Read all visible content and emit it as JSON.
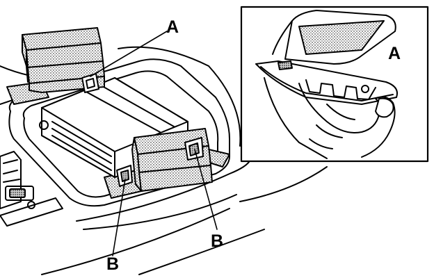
{
  "labels": {
    "a_main": "A",
    "a_inset": "A",
    "b_left": "B",
    "b_right": "B"
  },
  "colors": {
    "ink": "#000000",
    "paper": "#ffffff",
    "stipple": "#9a9a9a"
  }
}
